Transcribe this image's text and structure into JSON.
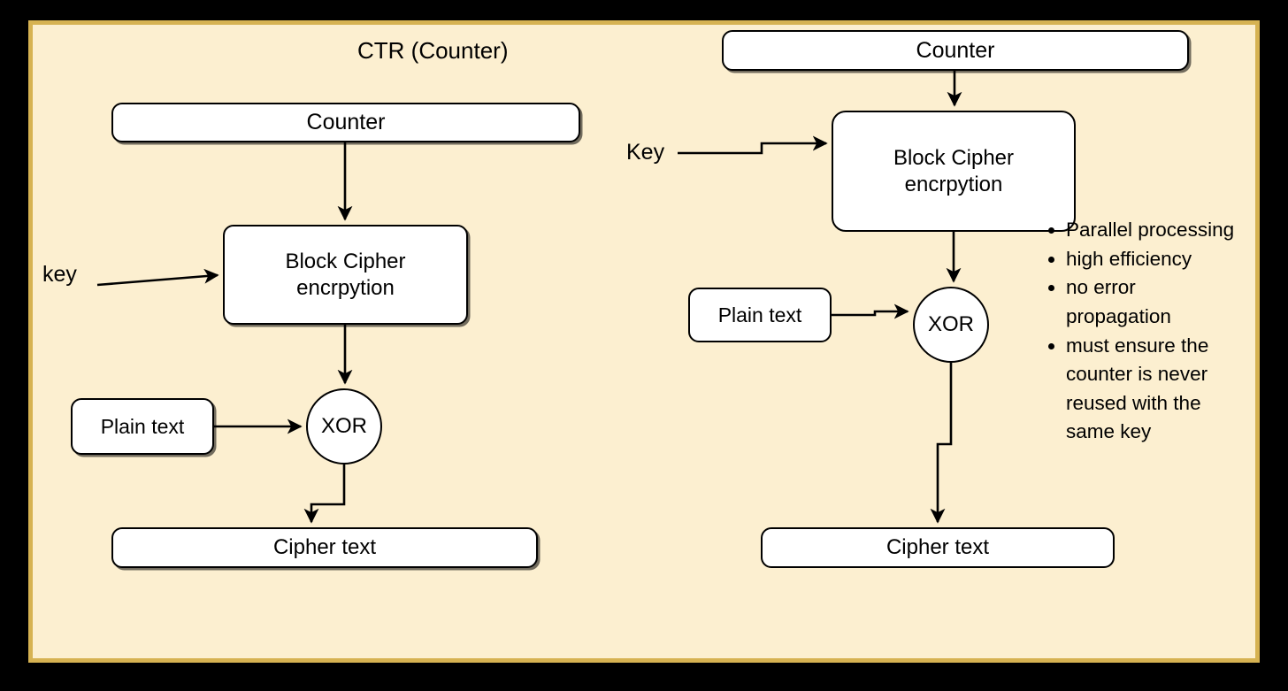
{
  "diagram": {
    "title": "CTR (Counter)",
    "background_color": "#fcefd0",
    "border_color": "#d6b252",
    "frame_color": "#000000",
    "node_fill": "#ffffff",
    "stroke_color": "#000000"
  },
  "left": {
    "counter": "Counter",
    "cipher_line1": "Block Cipher",
    "cipher_line2": "encrpytion",
    "key": "key",
    "plain_text": "Plain text",
    "xor": "XOR",
    "cipher_text": "Cipher text"
  },
  "right": {
    "counter": "Counter",
    "cipher_line1": "Block Cipher",
    "cipher_line2": "encrpytion",
    "key": "Key",
    "plain_text": "Plain text",
    "xor": "XOR",
    "cipher_text": "Cipher text"
  },
  "notes": {
    "items": [
      "Parallel processing",
      "high efficiency",
      "no error propagation",
      "must ensure the counter is never reused with the same key"
    ]
  }
}
